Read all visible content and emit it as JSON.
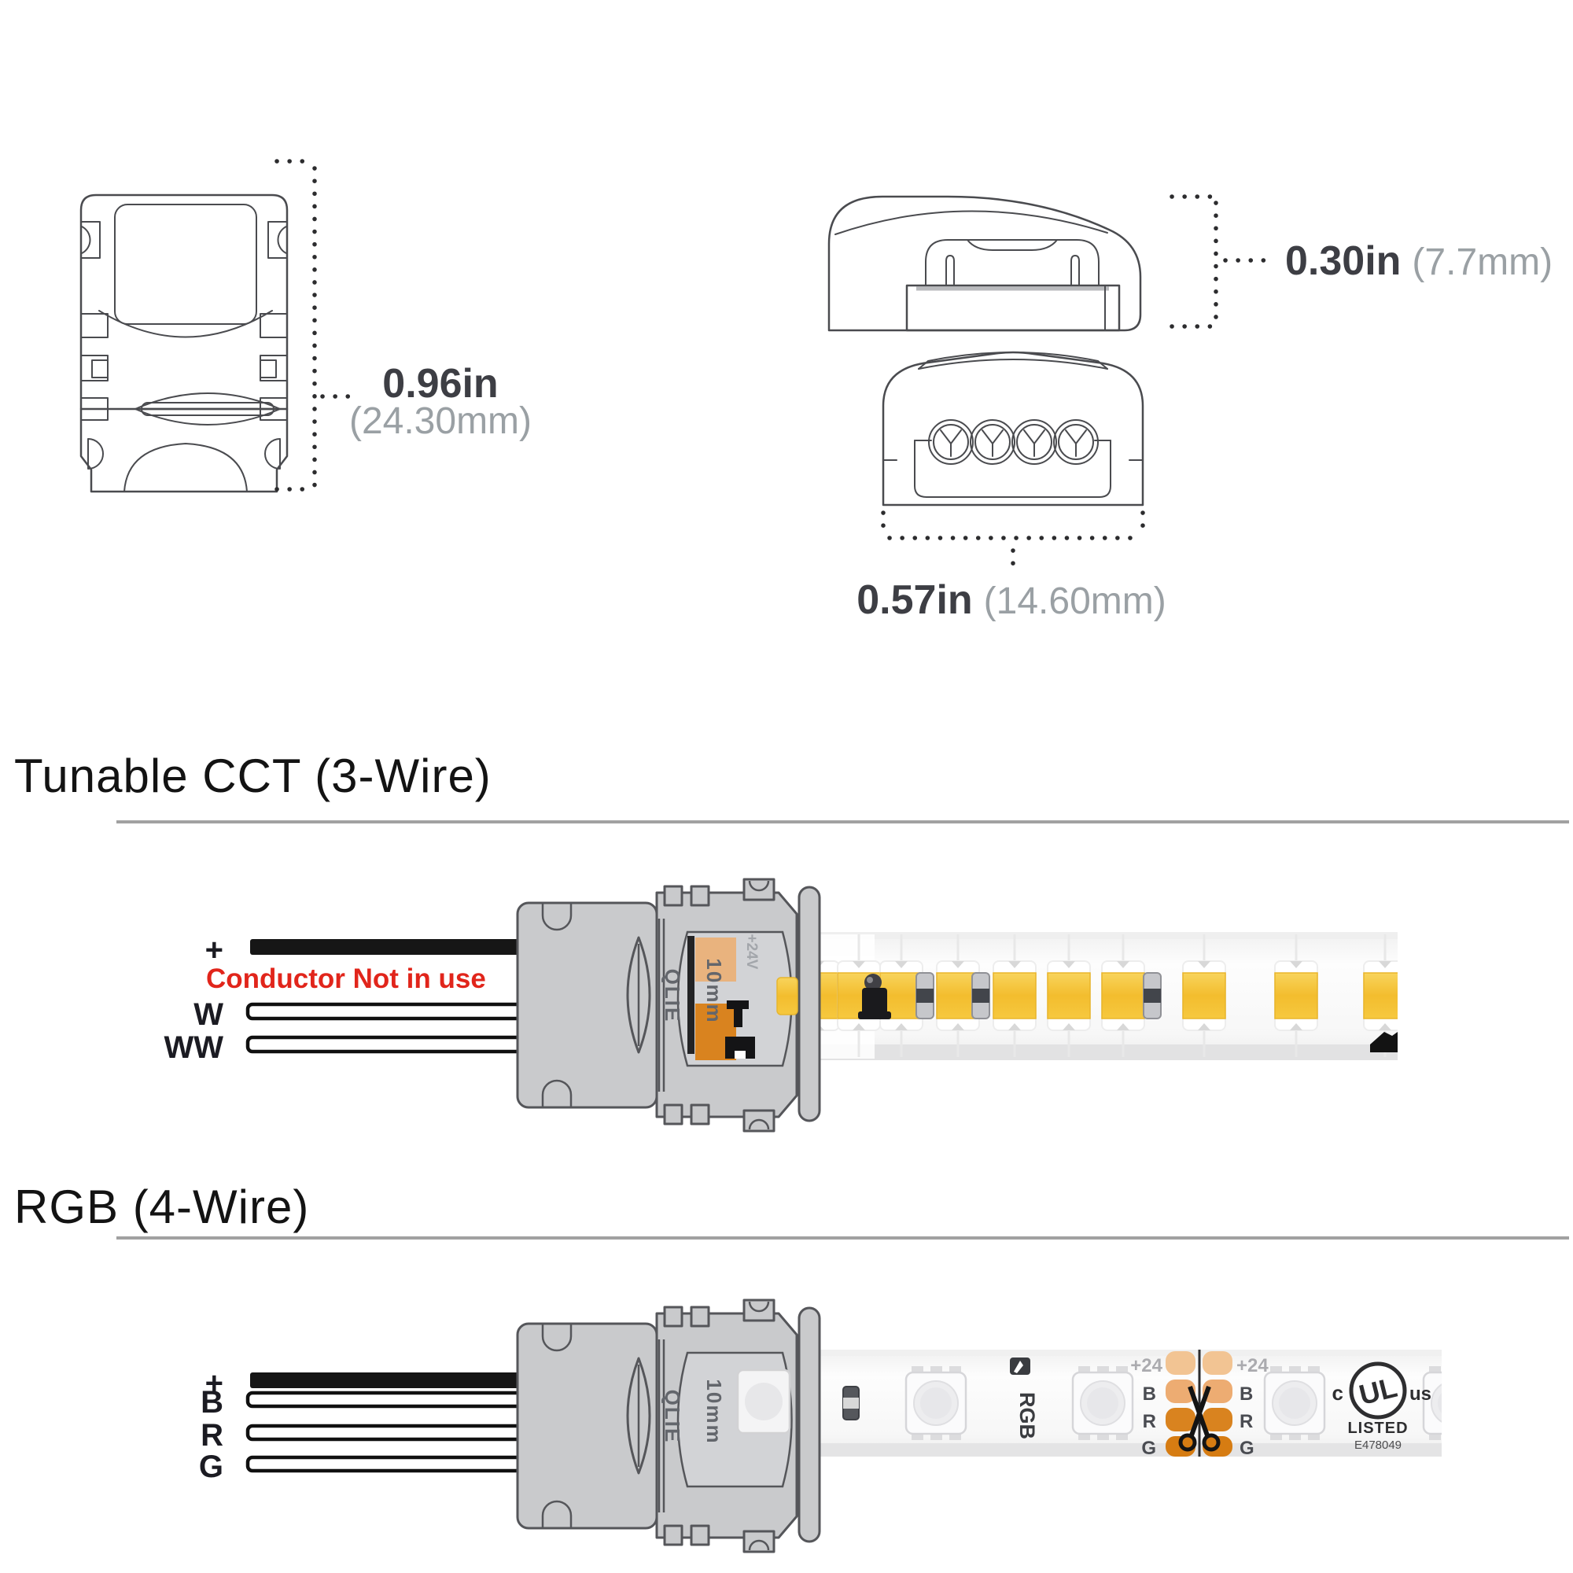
{
  "colors": {
    "red_note": "#e1251b",
    "connector_gray": "#c9cacc",
    "led_yellow": "#f6c63d",
    "pad_orange_light": "#eeb179",
    "pad_orange_dark": "#d9831f",
    "rule_gray": "#a1a1a1"
  },
  "dimensions": {
    "top_view": {
      "value": "0.96in",
      "metric": "(24.30mm)"
    },
    "side_view": {
      "value": "0.30in",
      "metric": "(7.7mm)"
    },
    "end_view": {
      "value": "0.57in",
      "metric": "(14.60mm)"
    }
  },
  "cct": {
    "title": "Tunable CCT (3-Wire)",
    "note": "Conductor Not in use",
    "wires": [
      {
        "label": "+"
      },
      {
        "label": "W"
      },
      {
        "label": "WW"
      }
    ],
    "connector": {
      "brand": "QLIE",
      "size": "10mm",
      "pad_text": "+24V"
    }
  },
  "rgb": {
    "title": "RGB (4-Wire)",
    "wires": [
      {
        "label": "+"
      },
      {
        "label": "B"
      },
      {
        "label": "R"
      },
      {
        "label": "G"
      }
    ],
    "connector": {
      "brand": "QLIE",
      "size": "10mm"
    },
    "strip": {
      "logo": "RGB",
      "cut": {
        "power": "+24",
        "b": "B",
        "r": "R",
        "g": "G"
      },
      "ul": {
        "c": "c",
        "mark": "UL",
        "us": "us",
        "listed": "LISTED",
        "file": "E478049"
      }
    }
  }
}
